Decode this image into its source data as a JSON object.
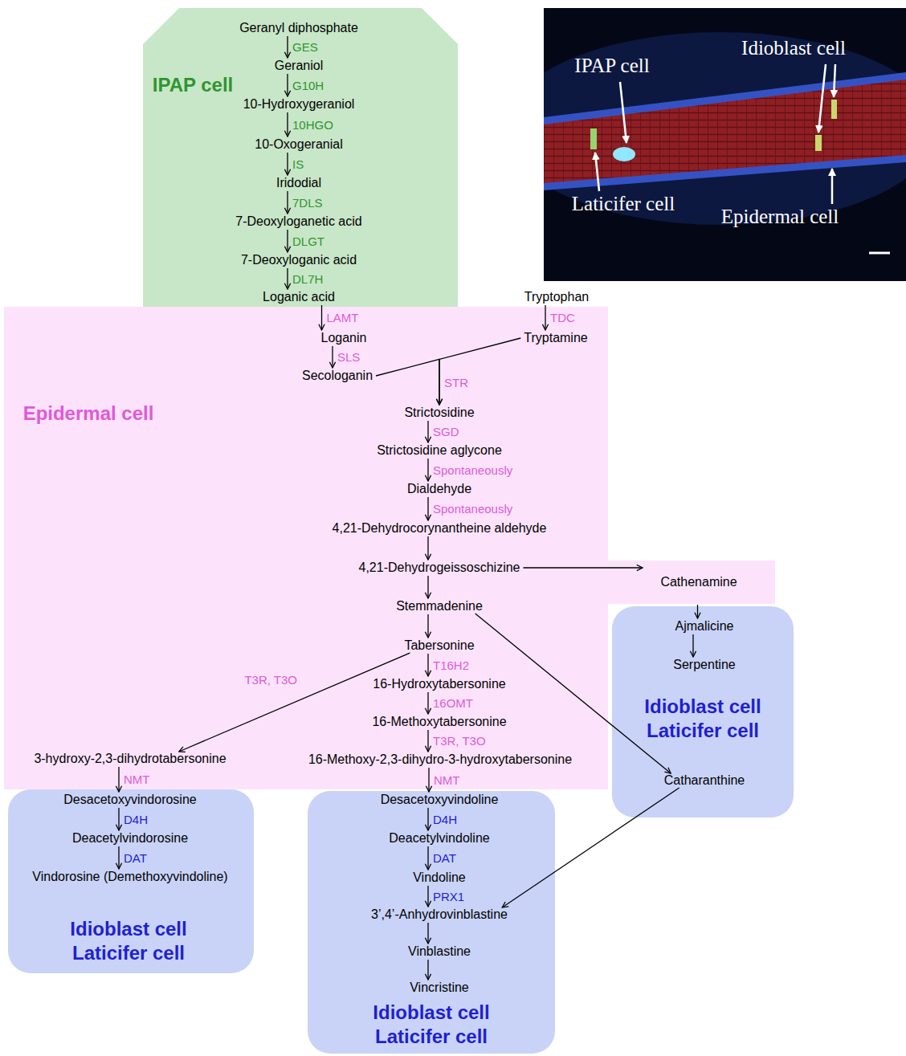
{
  "diagram": {
    "nodes": [
      {
        "text": [
          "IPAP cell"
        ]
      },
      {
        "text": [
          "Geranyl diphosphate"
        ],
        "in": 0
      },
      {
        "text": [
          "Geraniol"
        ],
        "in": 0
      },
      {
        "text": [
          "10-Hydroxygeraniol"
        ],
        "in": 0
      },
      {
        "text": [
          "10-Oxogeranial"
        ],
        "in": 0
      },
      {
        "text": [
          "Iridodial"
        ],
        "in": 0
      },
      {
        "text": [
          "7-Deoxyloganetic acid"
        ],
        "in": 0
      },
      {
        "text": [
          "7-Deoxyloganic acid"
        ],
        "in": 0
      },
      {
        "text": [
          "Loganic acid"
        ],
        "in": 0
      },
      {
        "text": [
          "Tryptophan"
        ]
      },
      {
        "text": [
          "Epidermal cell"
        ]
      },
      {
        "text": [
          "Loganin"
        ],
        "in": 10
      },
      {
        "text": [
          "Tryptamine"
        ],
        "in": 10
      },
      {
        "text": [
          "Secologanin"
        ],
        "in": 10
      },
      {
        "text": [
          "Strictosidine"
        ],
        "in": 10
      },
      {
        "text": [
          "Strictosidine aglycone"
        ],
        "in": 10
      },
      {
        "text": [
          "Dialdehyde"
        ],
        "in": 10
      },
      {
        "text": [
          "4,21-Dehydrocorynantheine aldehyde"
        ],
        "in": 10
      },
      {
        "text": [
          "4,21-Dehydrogeissoschizine"
        ],
        "in": 10
      },
      {
        "text": [
          "Cathenamine"
        ]
      },
      {
        "text": [
          "Stemmadenine"
        ],
        "in": 10
      },
      {
        "text": [
          "Idioblast cell Laticifer cell"
        ]
      },
      {
        "text": [
          "Ajmalicine"
        ],
        "in": 21
      },
      {
        "text": [
          "Serpentine"
        ],
        "in": 21
      },
      {
        "text": [
          "Tabersonine"
        ],
        "in": 10
      },
      {
        "text": [
          "16-Hydroxytabersonine"
        ],
        "in": 10
      },
      {
        "text": [
          "16-Methoxytabersonine"
        ],
        "in": 10
      },
      {
        "text": [
          "3-hydroxy-2,3-dihydrotabersonine"
        ],
        "in": 10
      },
      {
        "text": [
          "16-Methoxy-2,3-dihydro-3-hydroxytabersonine"
        ],
        "in": 10
      },
      {
        "text": [
          "Catharanthine"
        ],
        "in": 21
      },
      {
        "text": [
          "Idioblast cell Laticifer cell"
        ]
      },
      {
        "text": [
          "Desacetoxyvindorosine"
        ],
        "in": 30
      },
      {
        "text": [
          "Deacetylvindorosine"
        ],
        "in": 30
      },
      {
        "text": [
          "Vindorosine (Demethoxyvindoline)"
        ],
        "in": 30
      },
      {
        "text": [
          "Idioblast cell Laticifer cell"
        ]
      },
      {
        "text": [
          "Desacetoxyvindoline"
        ],
        "in": 34
      },
      {
        "text": [
          "Deacetylvindoline"
        ],
        "in": 34
      },
      {
        "text": [
          "Vindoline"
        ],
        "in": 34
      },
      {
        "text": [
          "3’,4’-Anhydrovinblastine"
        ],
        "in": 34
      },
      {
        "text": [
          "Vinblastine"
        ],
        "in": 34
      },
      {
        "text": [
          "Vincristine"
        ],
        "in": 34
      }
    ],
    "edges": [
      {
        "from": 1,
        "to": 2,
        "label": "GES",
        "arrow": "to"
      },
      {
        "from": 2,
        "to": 3,
        "label": "G10H",
        "arrow": "to"
      },
      {
        "from": 3,
        "to": 4,
        "label": "10HGO",
        "arrow": "to"
      },
      {
        "from": 4,
        "to": 5,
        "label": "IS",
        "arrow": "to"
      },
      {
        "from": 5,
        "to": 6,
        "label": "7DLS",
        "arrow": "to"
      },
      {
        "from": 6,
        "to": 7,
        "label": "DLGT",
        "arrow": "to"
      },
      {
        "from": 7,
        "to": 8,
        "label": "DL7H",
        "arrow": "to"
      },
      {
        "from": 8,
        "to": 11,
        "label": "LAMT",
        "arrow": "to"
      },
      {
        "from": 9,
        "to": 12,
        "label": "TDC",
        "arrow": "to"
      },
      {
        "from": 11,
        "to": 13,
        "label": "SLS",
        "arrow": "to"
      },
      {
        "from": 13,
        "to": 14,
        "label": "STR",
        "arrow": "to"
      },
      {
        "from": 12,
        "to": 14,
        "arrow": "to"
      },
      {
        "from": 14,
        "to": 15,
        "label": "SGD",
        "arrow": "to"
      },
      {
        "from": 15,
        "to": 16,
        "label": "Spontaneously",
        "arrow": "to"
      },
      {
        "from": 16,
        "to": 17,
        "label": "Spontaneously",
        "arrow": "to"
      },
      {
        "from": 17,
        "to": 18,
        "arrow": "to"
      },
      {
        "from": 18,
        "to": 19,
        "arrow": "to"
      },
      {
        "from": 18,
        "to": 20,
        "arrow": "to"
      },
      {
        "from": 19,
        "to": 22,
        "arrow": "to"
      },
      {
        "from": 22,
        "to": 23,
        "arrow": "to"
      },
      {
        "from": 20,
        "to": 24,
        "arrow": "to"
      },
      {
        "from": 20,
        "to": 29,
        "arrow": "to"
      },
      {
        "from": 24,
        "to": 25,
        "label": "T16H2",
        "arrow": "to"
      },
      {
        "from": 25,
        "to": 26,
        "label": "16OMT",
        "arrow": "to"
      },
      {
        "from": 26,
        "to": 28,
        "label": "T3R, T3O",
        "arrow": "to"
      },
      {
        "from": 24,
        "to": 27,
        "label": "T3R, T3O",
        "arrow": "to"
      },
      {
        "from": 27,
        "to": 31,
        "label": "NMT",
        "arrow": "to"
      },
      {
        "from": 28,
        "to": 35,
        "label": "NMT",
        "arrow": "to"
      },
      {
        "from": 31,
        "to": 32,
        "label": "D4H",
        "arrow": "to"
      },
      {
        "from": 32,
        "to": 33,
        "label": "DAT",
        "arrow": "to"
      },
      {
        "from": 35,
        "to": 36,
        "label": "D4H",
        "arrow": "to"
      },
      {
        "from": 36,
        "to": 37,
        "label": "DAT",
        "arrow": "to"
      },
      {
        "from": 37,
        "to": 38,
        "label": "PRX1",
        "arrow": "to"
      },
      {
        "from": 29,
        "to": 38,
        "arrow": "to"
      },
      {
        "from": 38,
        "to": 39,
        "arrow": "to"
      },
      {
        "from": 39,
        "to": 40,
        "arrow": "to"
      }
    ],
    "labels": [
      "IPAP cell",
      "Idioblast cell",
      "Laticifer cell",
      "Epidermal cell"
    ]
  }
}
